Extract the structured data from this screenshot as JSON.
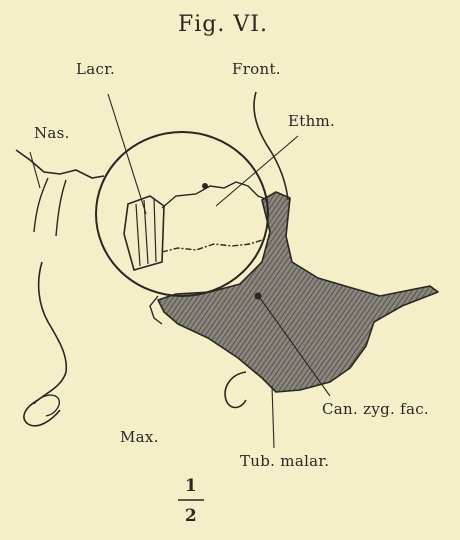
{
  "figure": {
    "title": "Fig. VI.",
    "labels": {
      "lacr": "Lacr.",
      "front": "Front.",
      "nas": "Nas.",
      "ethm": "Ethm.",
      "can_zyg_fac": "Can. zyg. fac.",
      "max": "Max.",
      "tub_malar": "Tub. malar."
    },
    "scale": {
      "numerator": "1",
      "denominator": "2"
    },
    "ink_color": "#2a2620",
    "paper_color": "#f4efc9",
    "shading_color": "#6a6660"
  }
}
